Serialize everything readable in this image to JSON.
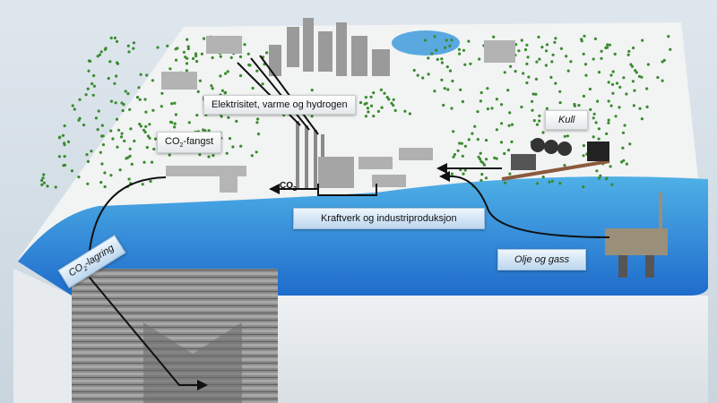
{
  "labels": {
    "electricity": "Elektrisitet, varme og hydrogen",
    "co2_capture_prefix": "CO",
    "co2_capture_sub": "2",
    "co2_capture_suffix": "-fangst",
    "co2_flow_prefix": "CO",
    "co2_flow_sub": "2",
    "coal": "Kull",
    "power_industry": "Kraftverk og industriproduksjon",
    "co2_storage_prefix": "CO",
    "co2_storage_sub": "2",
    "co2_storage_suffix": "-lagring",
    "oil_gas": "Olje og gass"
  },
  "colors": {
    "sea": "#2f7fd6",
    "land": "#f2f3f3",
    "tree": "#3a8a2e",
    "arrow": "#111111"
  }
}
